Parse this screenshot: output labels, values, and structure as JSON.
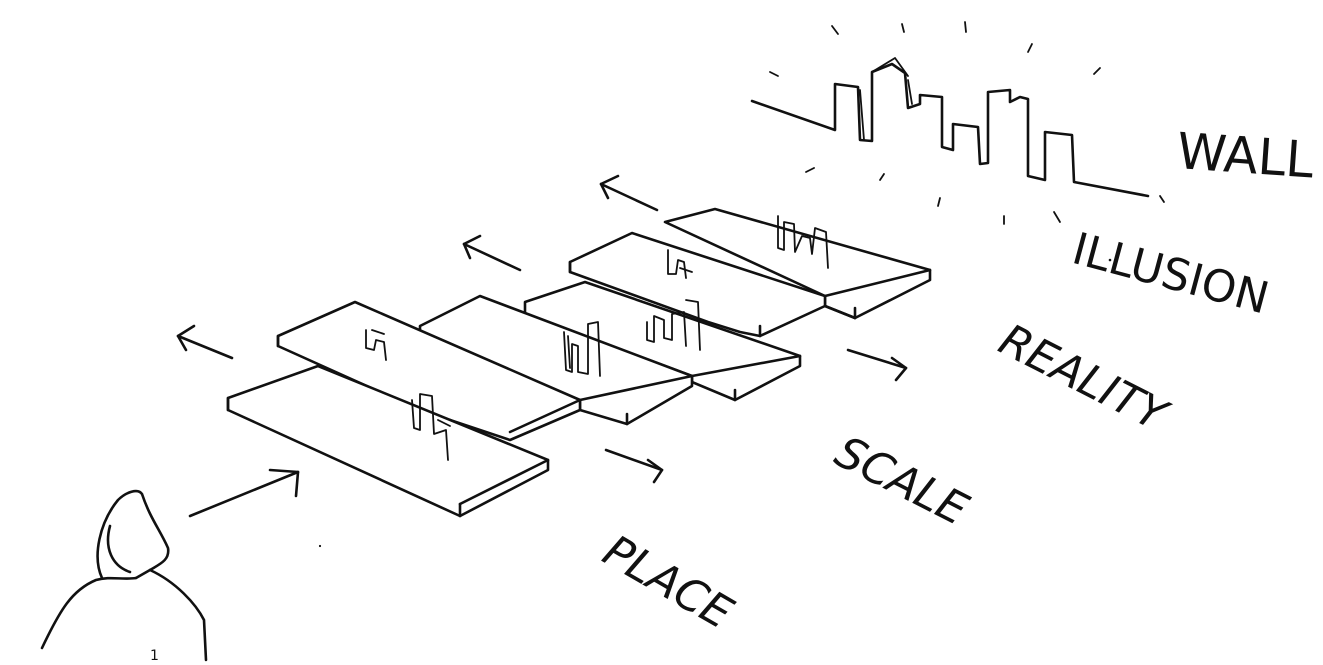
{
  "labels": {
    "wall": "WALL",
    "illusion": "ILLUSION",
    "reality": "REALITY",
    "scale": "SCALE",
    "place": "PLACE",
    "figure_number": "1"
  },
  "colors": {
    "ink": "#111111",
    "paper": "#ffffff"
  },
  "icons": {
    "viewer": "hooded-viewer-figure-icon",
    "arrow": "hand-drawn-arrow-icon",
    "skyline": "city-skyline-icon"
  }
}
